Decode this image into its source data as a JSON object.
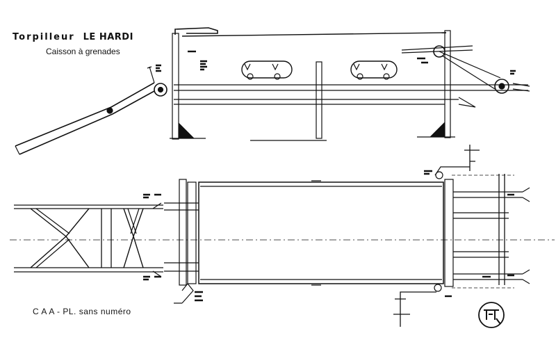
{
  "drawing": {
    "title_prefix": "Torpilleur",
    "ship_name": "LE HARDI",
    "subtitle": "Caisson à grenades",
    "source_ref": "C A A  - PL. sans numéro"
  },
  "icons": {
    "logo": "stamp-logo-icon"
  },
  "colors": {
    "ink": "#111111",
    "paper": "#ffffff"
  }
}
